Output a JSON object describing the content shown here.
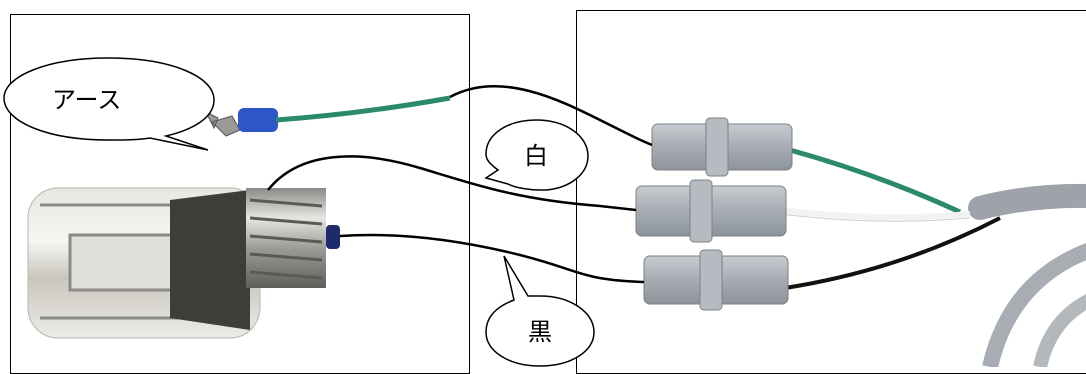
{
  "callouts": {
    "earth": "アース",
    "white": "白",
    "black": "黒"
  },
  "colors": {
    "earth_wire": "#2a8a6a",
    "white_wire": "#f2f2f2",
    "black_wire": "#111111",
    "connector": "#a8aeb4",
    "cable_sheath": "#9da3a8",
    "crimp_sleeve": "#2f56c8"
  }
}
